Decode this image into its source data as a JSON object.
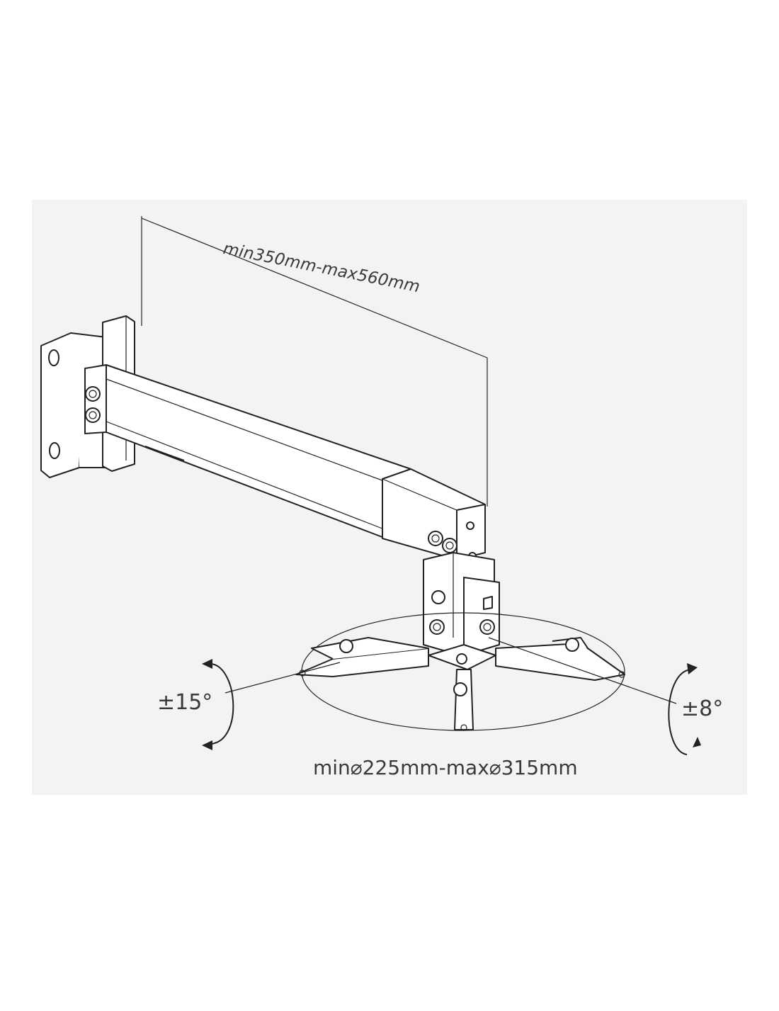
{
  "labels": {
    "arm_length": "min350mm-max560mm",
    "plate_diameter": "min⌀225mm-max⌀315mm",
    "tilt": "±15°",
    "swivel": "±8°"
  },
  "colors": {
    "line": "#222222",
    "text": "#3a3a3a",
    "background": "#ffffff"
  }
}
